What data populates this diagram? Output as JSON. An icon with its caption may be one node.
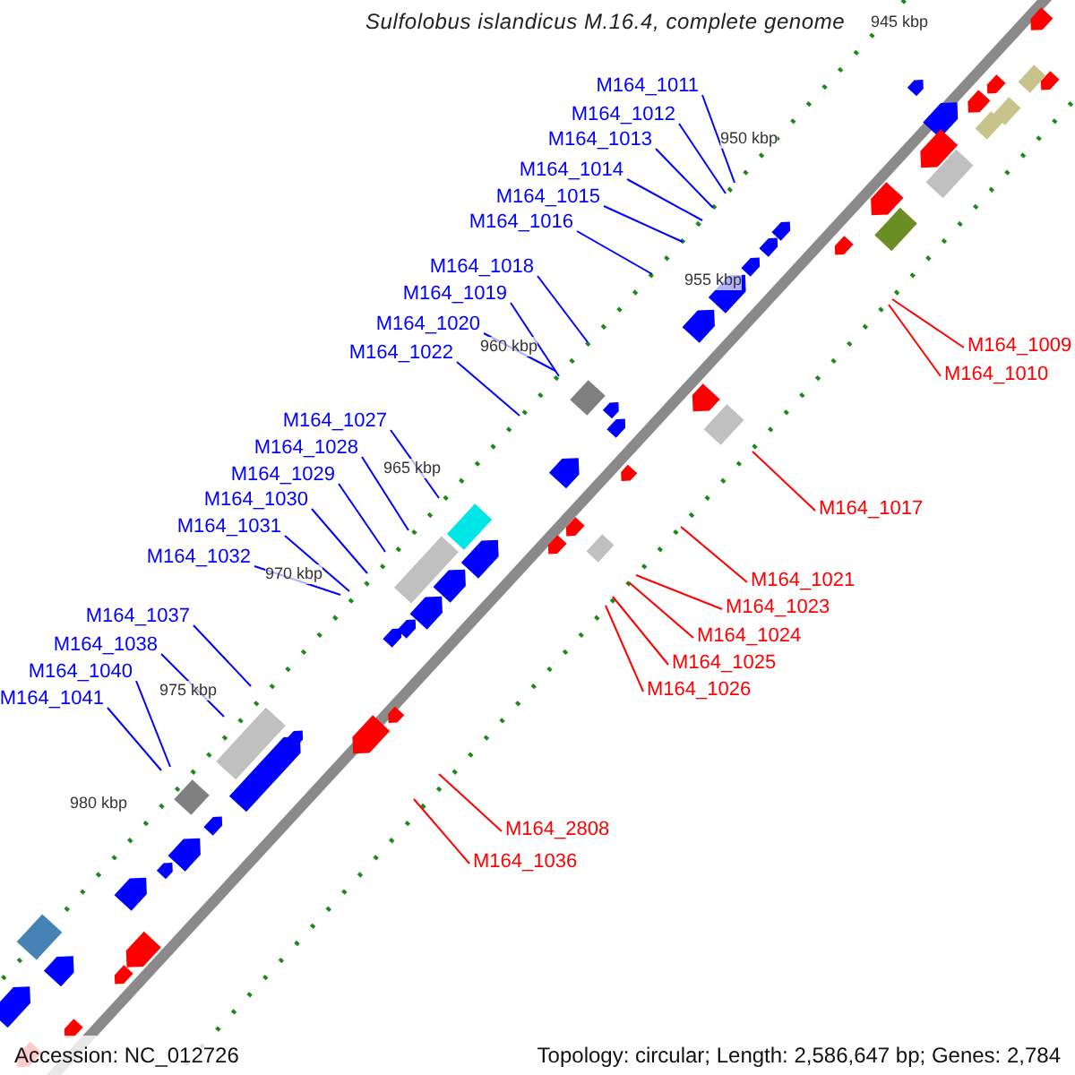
{
  "diagram": {
    "title": "Sulfolobus islandicus M.16.4, complete genome",
    "nodes": [
      {
        "text": [
          "M164_1011"
        ]
      },
      {
        "text": [
          "M164_1012"
        ]
      },
      {
        "text": [
          "M164_1013"
        ]
      },
      {
        "text": [
          "M164_1014"
        ]
      },
      {
        "text": [
          "M164_1015"
        ]
      },
      {
        "text": [
          "M164_1016"
        ]
      },
      {
        "text": [
          "M164_1018"
        ]
      },
      {
        "text": [
          "M164_1019"
        ]
      },
      {
        "text": [
          "M164_1020"
        ]
      },
      {
        "text": [
          "M164_1009"
        ]
      },
      {
        "text": [
          "M164_1022"
        ]
      },
      {
        "text": [
          "M164_1010"
        ]
      },
      {
        "text": [
          "M164_1027"
        ]
      },
      {
        "text": [
          "M164_1028"
        ]
      },
      {
        "text": [
          "M164_1029"
        ]
      },
      {
        "text": [
          "M164_1030"
        ]
      },
      {
        "text": [
          "M164_1017"
        ]
      },
      {
        "text": [
          "M164_1031"
        ]
      },
      {
        "text": [
          "M164_1032"
        ]
      },
      {
        "text": [
          "M164_1021"
        ]
      },
      {
        "text": [
          "M164_1023"
        ]
      },
      {
        "text": [
          "M164_1037"
        ]
      },
      {
        "text": [
          "M164_1024"
        ]
      },
      {
        "text": [
          "M164_1038"
        ]
      },
      {
        "text": [
          "M164_1025"
        ]
      },
      {
        "text": [
          "M164_1040"
        ]
      },
      {
        "text": [
          "M164_1026"
        ]
      },
      {
        "text": [
          "M164_1041"
        ]
      },
      {
        "text": [
          "M164_2808"
        ]
      },
      {
        "text": [
          "M164_1036"
        ]
      }
    ],
    "edges": [
      {
        "from": 0,
        "to": null,
        "arrow": "none"
      },
      {
        "from": 1,
        "to": null,
        "arrow": "none"
      },
      {
        "from": 2,
        "to": null,
        "arrow": "none"
      },
      {
        "from": 3,
        "to": null,
        "arrow": "none"
      },
      {
        "from": 4,
        "to": null,
        "arrow": "none"
      },
      {
        "from": 5,
        "to": null,
        "arrow": "none"
      },
      {
        "from": 6,
        "to": null,
        "arrow": "none"
      },
      {
        "from": 7,
        "to": null,
        "arrow": "none"
      },
      {
        "from": 8,
        "to": null,
        "arrow": "none"
      },
      {
        "from": 9,
        "to": null,
        "arrow": "none",
        "color": "#ff0000"
      },
      {
        "from": 10,
        "to": null,
        "arrow": "none"
      },
      {
        "from": 11,
        "to": null,
        "arrow": "none",
        "color": "#ff0000"
      },
      {
        "from": 12,
        "to": null,
        "arrow": "none"
      },
      {
        "from": 13,
        "to": null,
        "arrow": "none"
      },
      {
        "from": 14,
        "to": null,
        "arrow": "none"
      },
      {
        "from": 15,
        "to": null,
        "arrow": "none"
      },
      {
        "from": 16,
        "to": null,
        "arrow": "none",
        "color": "#ff0000"
      },
      {
        "from": 17,
        "to": null,
        "arrow": "none"
      },
      {
        "from": 18,
        "to": null,
        "arrow": "none"
      },
      {
        "from": 19,
        "to": null,
        "arrow": "none",
        "color": "#ff0000"
      },
      {
        "from": 20,
        "to": null,
        "arrow": "none",
        "color": "#ff0000"
      },
      {
        "from": 21,
        "to": null,
        "arrow": "none"
      },
      {
        "from": 22,
        "to": null,
        "arrow": "none",
        "color": "#ff0000"
      },
      {
        "from": 23,
        "to": null,
        "arrow": "none"
      },
      {
        "from": 24,
        "to": null,
        "arrow": "none",
        "color": "#ff0000"
      },
      {
        "from": 25,
        "to": null,
        "arrow": "none"
      },
      {
        "from": 26,
        "to": null,
        "arrow": "none",
        "color": "#ff0000"
      },
      {
        "from": 27,
        "to": null,
        "arrow": "none"
      },
      {
        "from": 28,
        "to": null,
        "arrow": "none",
        "color": "#ff0000"
      },
      {
        "from": 29,
        "to": null,
        "arrow": "none",
        "color": "#ff0000"
      }
    ],
    "labels": [
      "945 kbp",
      "950 kbp",
      "955 kbp",
      "960 kbp",
      "965 kbp",
      "970 kbp",
      "975 kbp",
      "980 kbp",
      "Accession: NC_012726",
      "Topology: circular; Length: 2,586,647 bp; Genes: 2,784"
    ]
  }
}
